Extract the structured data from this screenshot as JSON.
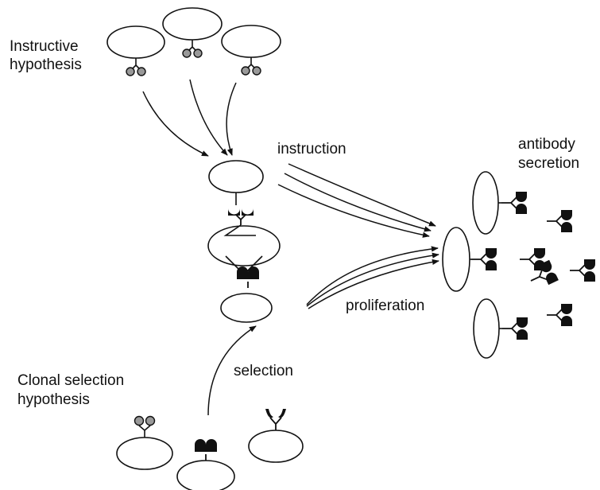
{
  "labels": {
    "instructive_line1": "Instructive",
    "instructive_line2": "hypothesis",
    "instruction": "instruction",
    "antibody_line1": "antibody",
    "antibody_line2": "secretion",
    "proliferation": "proliferation",
    "clonal_line1": "Clonal selection",
    "clonal_line2": "hypothesis",
    "selection": "selection"
  },
  "colors": {
    "stroke": "#111111",
    "antigen_fill": "#999999",
    "antibody_fill": "#111111",
    "background": "#ffffff"
  }
}
